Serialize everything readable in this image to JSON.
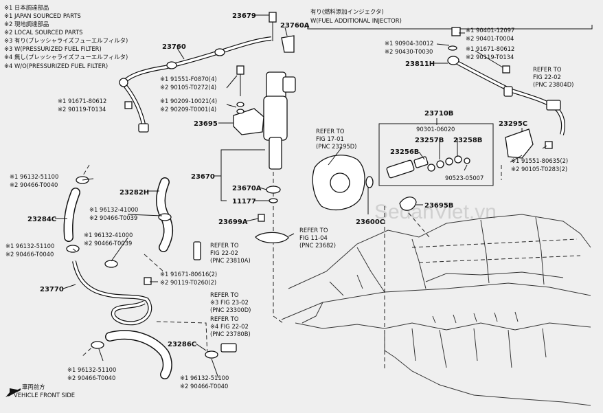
{
  "legend": [
    "※1 日本調達部品",
    "※1 JAPAN SOURCED PARTS",
    "※2 現地調達部品",
    "※2 LOCAL SOURCED PARTS",
    "※3 有り(プレッシャライズフューエルフィルタ)",
    "※3 W(PRESSURIZED FUEL FILTER)",
    "※4 無し(プレッシャライズフューエルフィルタ)",
    "※4 W/O(PRESSURIZED FUEL FILTER)"
  ],
  "injector_header": [
    "有り(燃料添加インジェクタ)",
    "W(FUEL ADDITIONAL INJECTOR)"
  ],
  "watermark": "SedanViet.vn",
  "front": [
    "車両前方",
    "VEHICLE FRONT SIDE"
  ],
  "labels": {
    "p23679": "23679",
    "p23760A": "23760A",
    "p23760": "23760",
    "p23695": "23695",
    "p23670": "23670",
    "p23670A": "23670A",
    "p11177": "11177",
    "p23699A": "23699A",
    "p23282H": "23282H",
    "p23284C": "23284C",
    "p23770": "23770",
    "p23286C": "23286C",
    "p23811H": "23811H",
    "p23710B": "23710B",
    "p23257B": "23257B",
    "p23258B": "23258B",
    "p23256B": "23256B",
    "p23295C": "23295C",
    "p23600C": "23600C",
    "p23695B": "23695B",
    "pn90301": "90301-06020",
    "pn90523": "90523-05007",
    "a1": "※1 91551-F0870(4)",
    "a2": "※2 90105-T0272(4)",
    "b1": "※1 90209-10021(4)",
    "b2": "※2 90209-T0001(4)",
    "c1": "※1 91671-80612",
    "c2": "※2 90119-T0134",
    "d1": "※1 96132-51100",
    "d2": "※2 90466-T0040",
    "e1": "※1 96132-41000",
    "e2": "※2 90466-T0039",
    "f1": "※1 96132-51100",
    "f2": "※2 90466-T0040",
    "g1": "※1 96132-41000",
    "g2": "※2 90466-T0039",
    "h1": "※1 91671-80616(2)",
    "h2": "※2 90119-T0260(2)",
    "i1": "※1 96132-51100",
    "i2": "※2 90466-T0040",
    "j1": "※1 96132-51100",
    "j2": "※2 90466-T0040",
    "k1": "※1 90401-12097",
    "k2": "※2 90401-T0004",
    "l1": "※1 90904-30012",
    "l2": "※2 90430-T0030",
    "m1": "※1 91671-80612",
    "m2": "※2 90119-T0134",
    "n1": "※1 91551-80635(2)",
    "n2": "※2 90105-T0283(2)"
  },
  "refs": {
    "r1": [
      "REFER TO",
      "FIG 17-01",
      "(PNC 23295D)"
    ],
    "r2": [
      "REFER TO",
      "FIG 22-02",
      "(PNC 23810A)"
    ],
    "r3": [
      "REFER TO",
      "FIG 11-04",
      "(PNC 23682)"
    ],
    "r4": [
      "REFER TO",
      "※3 FIG 23-02",
      "(PNC 23300D)"
    ],
    "r5": [
      "REFER TO",
      "※4 FIG 22-02",
      "(PNC 23780B)"
    ],
    "r6": [
      "REFER TO",
      "FIG 22-02",
      "(PNC 23804D)"
    ]
  }
}
